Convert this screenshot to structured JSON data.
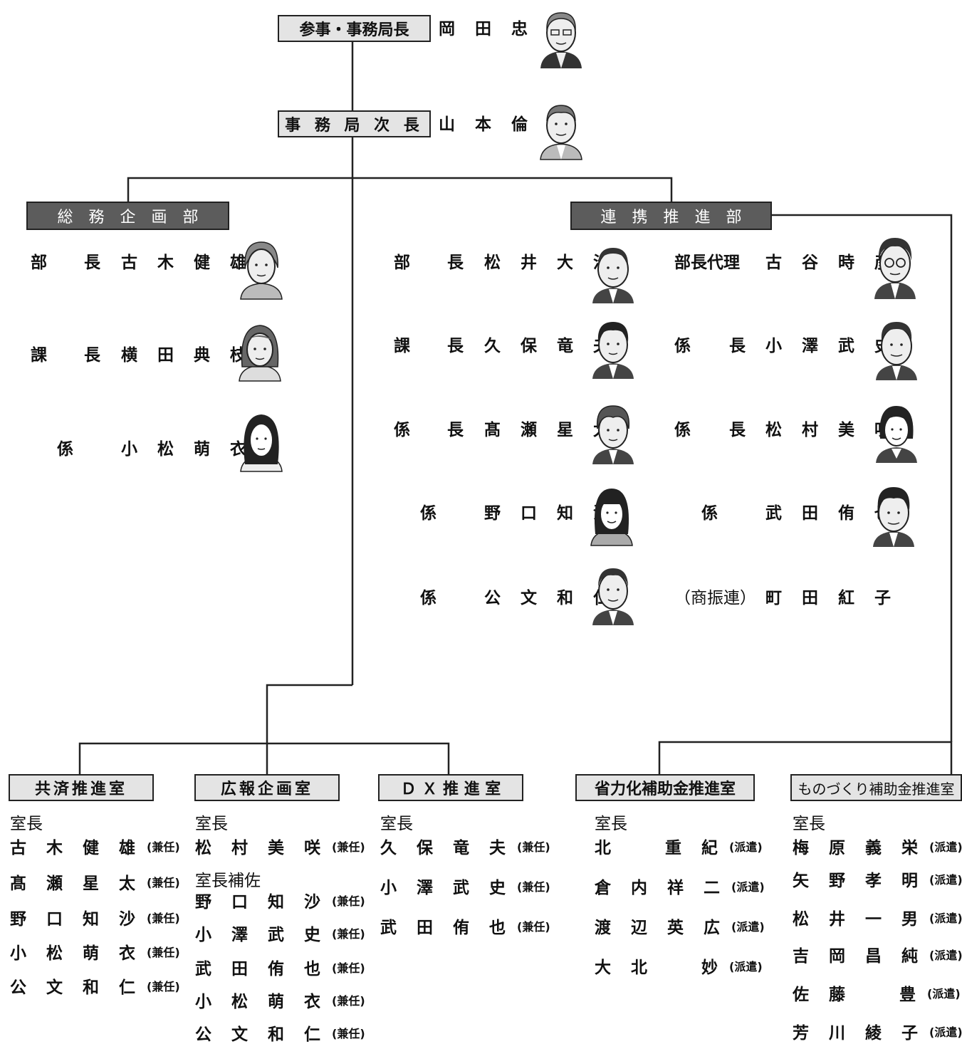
{
  "head": {
    "title1": "参事・事務局長",
    "name1": "岡 田 忠 明",
    "title2": "事 務 局 次 長",
    "name2": "山 本 倫 久"
  },
  "soumu": {
    "box": "総　務　企　画　部",
    "rows": [
      {
        "role_a": "部",
        "role_b": "長",
        "name": "古 木 健 雄"
      },
      {
        "role_a": "課",
        "role_b": "長",
        "name": "横 田 典 枝"
      },
      {
        "role": "係",
        "name": "小 松 萌 衣"
      }
    ]
  },
  "renkei": {
    "box": "連　携　推　進　部",
    "left": [
      {
        "role_a": "部",
        "role_b": "長",
        "name": "松 井 大 治"
      },
      {
        "role_a": "課",
        "role_b": "長",
        "name": "久 保 竜 夫"
      },
      {
        "role_a": "係",
        "role_b": "長",
        "name": "髙 瀬 星 太"
      },
      {
        "role": "係",
        "name": "野 口 知 沙"
      },
      {
        "role": "係",
        "name": "公 文 和 仁"
      }
    ],
    "right": [
      {
        "role": "部長代理",
        "name": "古 谷 時 彦"
      },
      {
        "role_a": "係",
        "role_b": "長",
        "name": "小 澤 武 史"
      },
      {
        "role_a": "係",
        "role_b": "長",
        "name": "松 村 美 咲"
      },
      {
        "role": "係",
        "name": "武 田 侑 也"
      },
      {
        "role": "（商振連）",
        "name": "町 田 紅 子"
      }
    ]
  },
  "offices": [
    {
      "box": "共済推進室",
      "rows": [
        {
          "label": "室長"
        },
        {
          "name": "古 木 健 雄",
          "note": "(兼任)"
        },
        {
          "name": "髙 瀬 星 太",
          "note": "(兼任)"
        },
        {
          "name": "野 口 知 沙",
          "note": "(兼任)"
        },
        {
          "name": "小 松 萌 衣",
          "note": "(兼任)"
        },
        {
          "name": "公 文 和 仁",
          "note": "(兼任)"
        }
      ]
    },
    {
      "box": "広報企画室",
      "rows": [
        {
          "label": "室長"
        },
        {
          "name": "松 村 美 咲",
          "note": "(兼任)"
        },
        {
          "label": "室長補佐"
        },
        {
          "name": "野 口 知 沙",
          "note": "(兼任)"
        },
        {
          "name": "小 澤 武 史",
          "note": "(兼任)"
        },
        {
          "name": "武 田 侑 也",
          "note": "(兼任)"
        },
        {
          "name": "小 松 萌 衣",
          "note": "(兼任)"
        },
        {
          "name": "公 文 和 仁",
          "note": "(兼任)"
        }
      ]
    },
    {
      "box": "Ｄ Ｘ 推 進 室",
      "rows": [
        {
          "label": "室長"
        },
        {
          "name": "久 保 竜 夫",
          "note": "(兼任)"
        },
        {
          "name": "小 澤 武 史",
          "note": "(兼任)"
        },
        {
          "name": "武 田 侑 也",
          "note": "(兼任)"
        }
      ]
    },
    {
      "box": "省力化補助金推進室",
      "rows": [
        {
          "label": "室長"
        },
        {
          "name": "北　　重 紀",
          "note": "(派遣)"
        },
        {
          "name": "倉 内 祥 二",
          "note": "(派遣)"
        },
        {
          "name": "渡 辺 英 広",
          "note": "(派遣)"
        },
        {
          "name": "大 北　　妙",
          "note": "(派遣)"
        }
      ]
    },
    {
      "box": "ものづくり補助金推進室",
      "rows": [
        {
          "label": "室長"
        },
        {
          "name": "梅 原 義 栄",
          "note": "(派遣)"
        },
        {
          "name": "矢 野 孝 明",
          "note": "(派遣)"
        },
        {
          "name": "松 井 一 男",
          "note": "(派遣)"
        },
        {
          "name": "吉 岡 昌 純",
          "note": "(派遣)"
        },
        {
          "name": "佐 藤　　豊",
          "note": "(派遣)"
        },
        {
          "name": "芳 川 綾 子",
          "note": "(派遣)"
        }
      ]
    }
  ]
}
